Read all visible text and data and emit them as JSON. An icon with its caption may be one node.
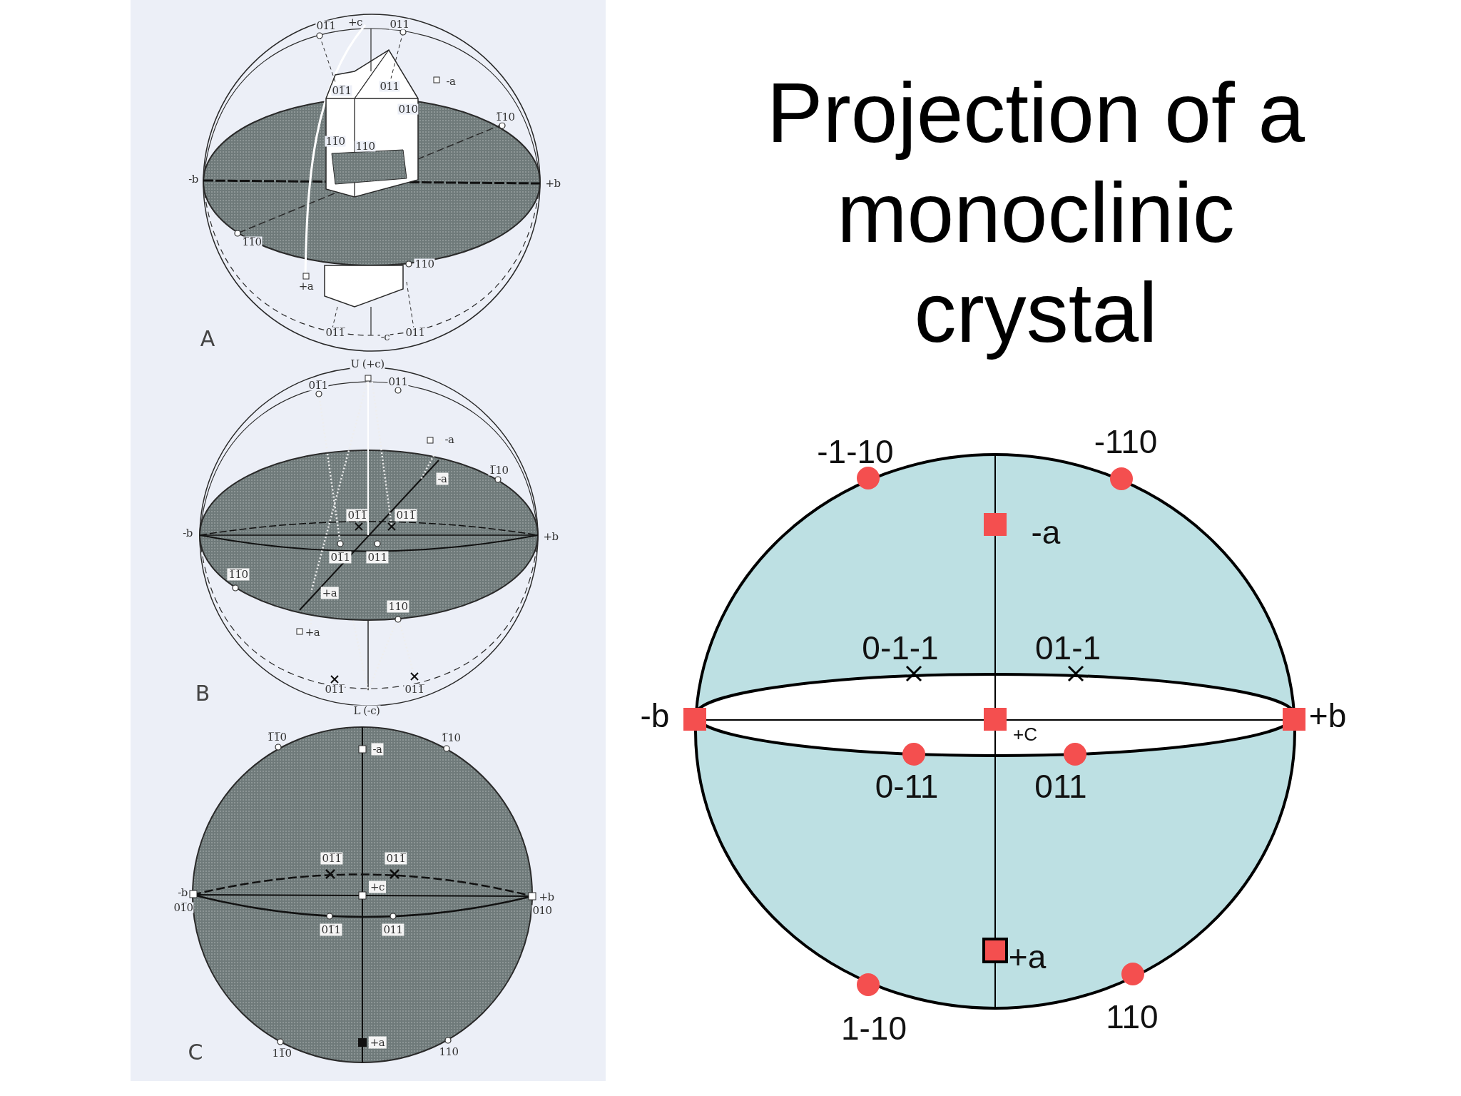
{
  "diagram": {
    "title": "Projection of a monoclinic crystal",
    "labels": [
      "01̅1",
      "+c",
      "011",
      "01̅1",
      "011",
      "-a",
      "010",
      "1̅10",
      "11̅0",
      "110",
      "-b",
      "+b",
      "1̅1̅0",
      "+a",
      "110",
      "01̅1̅",
      "-c",
      "011̅",
      "A",
      "U (+c)",
      "01̅1",
      "011",
      "-a",
      "1̅10",
      "-a",
      "01̅1̅",
      "011̅",
      "-b",
      "+b",
      "01̅1",
      "011",
      "1̅1̅0",
      "+a",
      "110",
      "+a",
      "01̅1̅",
      "011̅",
      "B",
      "L (-c)",
      "1̅1̅0",
      "1̅10",
      "-a",
      "01̅1̅",
      "011̅",
      "+c",
      "-b",
      "01̅0",
      "+b",
      "010",
      "01̅1",
      "011",
      "11̅0",
      "110",
      "+a",
      "C",
      "-1-10",
      "-110",
      "-a",
      "0-1-1",
      "01-1",
      "-b",
      "+b",
      "+C",
      "0-11",
      "011",
      "+a",
      "1-10",
      "110"
    ]
  }
}
